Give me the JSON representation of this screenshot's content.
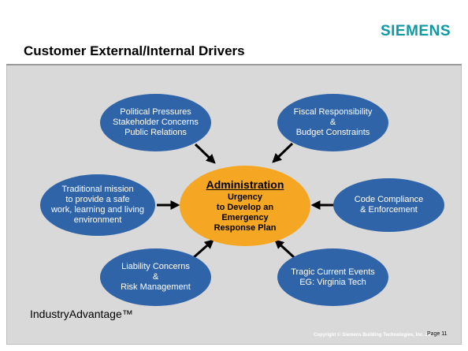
{
  "header": {
    "logo": "SIEMENS",
    "title": "Customer External/Internal Drivers"
  },
  "center": {
    "title": "Administration",
    "text": "Urgency\nto Develop an\nEmergency\nResponse Plan"
  },
  "nodes": [
    {
      "text": "Political Pressures\nStakeholder Concerns\nPublic Relations"
    },
    {
      "text": "Fiscal Responsibility\n&\nBudget Constraints"
    },
    {
      "text": "Traditional mission\nto provide a safe\nwork, learning and living\nenvironment"
    },
    {
      "text": "Code Compliance\n& Enforcement"
    },
    {
      "text": "Liability Concerns\n&\nRisk Management"
    },
    {
      "text": "Tragic Current Events\nEG: Virginia Tech"
    }
  ],
  "footer": {
    "brand": "IndustryAdvantage™",
    "copyright": "Copyright © Siemens Building Technologies, Inc. 2009",
    "page": "Page 11"
  },
  "colors": {
    "node": "#2f64a8",
    "center": "#f5a623",
    "logo": "#0f9aa3"
  }
}
